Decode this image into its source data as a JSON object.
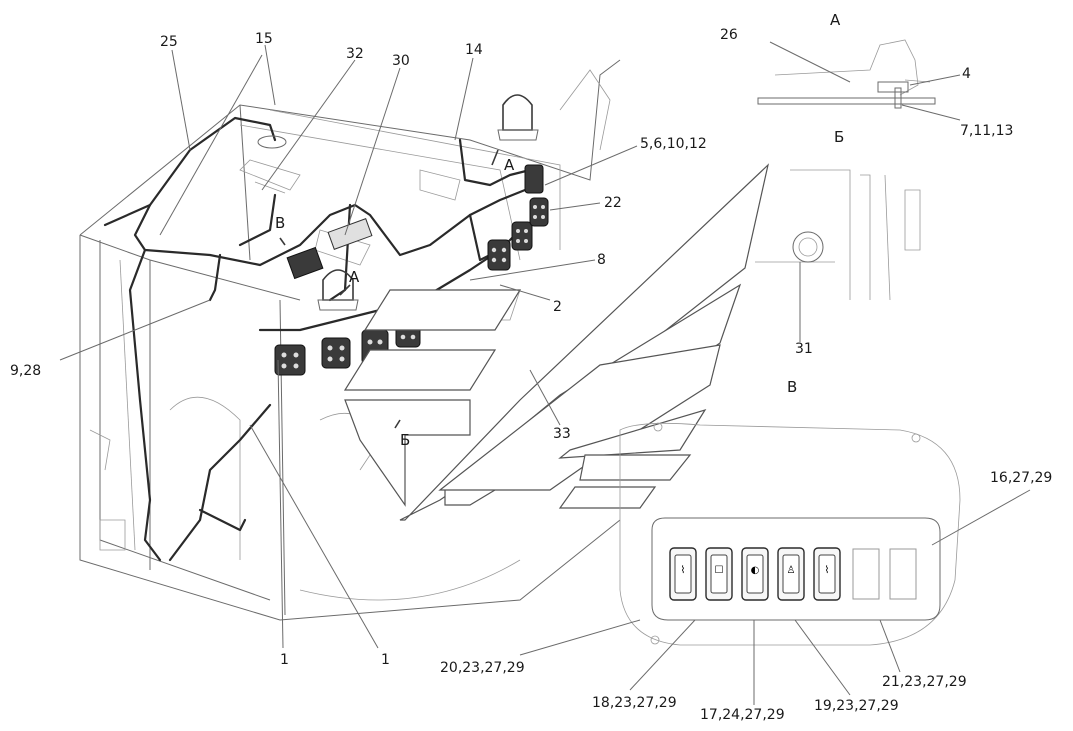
{
  "labels": {
    "l25": "25",
    "l15": "15",
    "l32": "32",
    "l30": "30",
    "l14": "14",
    "l26": "26",
    "l4": "4",
    "l7_11_13": "7,11,13",
    "l5_6_10_12": "5,6,10,12",
    "l22": "22",
    "l8": "8",
    "l2": "2",
    "l9_28": "9,28",
    "l31": "31",
    "l33": "33",
    "l16_27_29": "16,27,29",
    "l1_a": "1",
    "l1_b": "1",
    "l20_23_27_29": "20,23,27,29",
    "l18_23_27_29": "18,23,27,29",
    "l17_24_27_29": "17,24,27,29",
    "l19_23_27_29": "19,23,27,29",
    "l21_23_27_29": "21,23,27,29"
  },
  "views": {
    "view_a_title": "А",
    "view_b_title": "Б",
    "view_v_title": "В",
    "marker_a1": "А",
    "marker_a2": "А",
    "marker_b": "Б",
    "marker_v": "В"
  }
}
